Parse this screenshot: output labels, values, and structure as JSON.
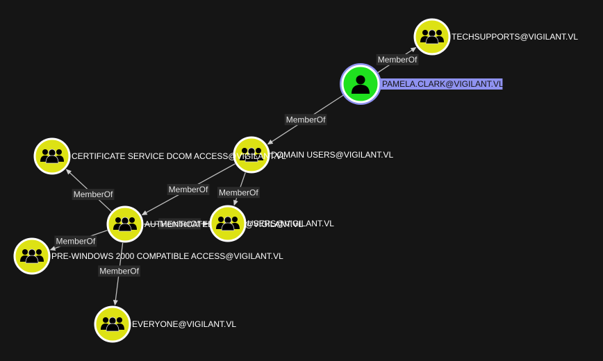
{
  "colors": {
    "background": "#151515",
    "group_fill": "#dde214",
    "user_fill": "#1fe11f",
    "selected_ring": "#8f92f0",
    "label_highlight": "#8f92f0",
    "edge_color": "#bdbdbd"
  },
  "nodes": [
    {
      "id": "pamela",
      "label": "PAMELA.CLARK@VIGILANT.VL",
      "type": "user",
      "icon": "user-icon",
      "selected": true
    },
    {
      "id": "techsupports",
      "label": "TECHSUPPORTS@VIGILANT.VL",
      "type": "group",
      "icon": "group-icon"
    },
    {
      "id": "domainusers",
      "label": "DOMAIN USERS@VIGILANT.VL",
      "type": "group",
      "icon": "group-icon"
    },
    {
      "id": "certservice",
      "label": "CERTIFICATE SERVICE DCOM ACCESS@VIGILANT.VL",
      "type": "group",
      "icon": "group-icon"
    },
    {
      "id": "authusers",
      "label": "AUTHENTICATED USERS@VIGILANT.VL",
      "type": "group",
      "icon": "group-icon"
    },
    {
      "id": "users",
      "label": "USERS@VIGILANT.VL",
      "type": "group",
      "icon": "group-icon"
    },
    {
      "id": "prewin2000",
      "label": "PRE-WINDOWS 2000 COMPATIBLE ACCESS@VIGILANT.VL",
      "type": "group",
      "icon": "group-icon"
    },
    {
      "id": "everyone",
      "label": "EVERYONE@VIGILANT.VL",
      "type": "group",
      "icon": "group-icon"
    }
  ],
  "edges": [
    {
      "from": "pamela",
      "to": "techsupports",
      "label": "MemberOf"
    },
    {
      "from": "pamela",
      "to": "domainusers",
      "label": "MemberOf"
    },
    {
      "from": "domainusers",
      "to": "authusers",
      "label": "MemberOf"
    },
    {
      "from": "domainusers",
      "to": "users",
      "label": "MemberOf"
    },
    {
      "from": "authusers",
      "to": "certservice",
      "label": "MemberOf"
    },
    {
      "from": "authusers",
      "to": "users",
      "label": "MemberOf"
    },
    {
      "from": "authusers",
      "to": "prewin2000",
      "label": "MemberOf"
    },
    {
      "from": "authusers",
      "to": "everyone",
      "label": "MemberOf"
    }
  ]
}
